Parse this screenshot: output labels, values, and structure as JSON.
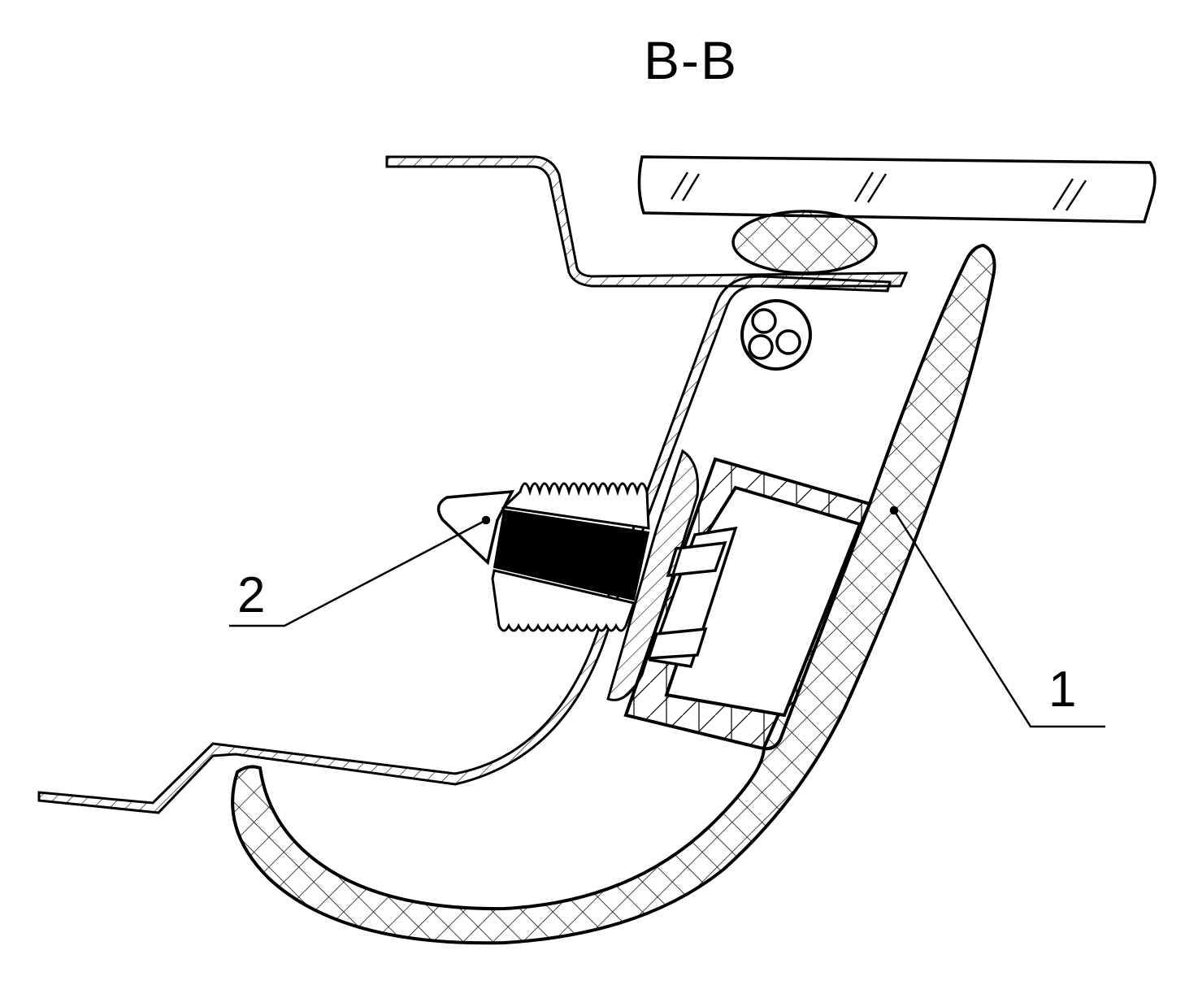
{
  "diagram": {
    "title": "B-B",
    "callouts": [
      {
        "id": "1",
        "label": "1"
      },
      {
        "id": "2",
        "label": "2"
      }
    ],
    "colors": {
      "ink": "#000000",
      "paper": "#ffffff"
    }
  }
}
